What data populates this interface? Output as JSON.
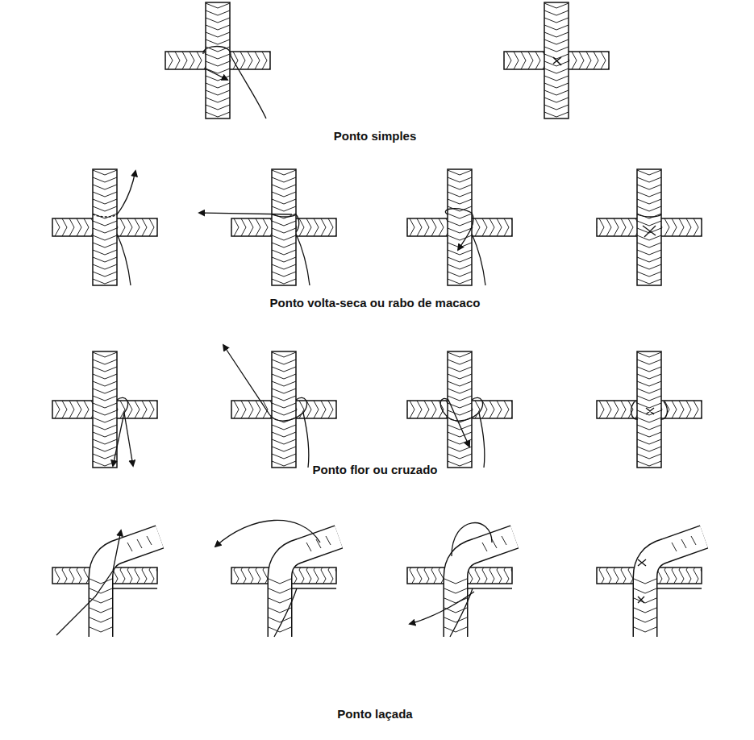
{
  "diagram": {
    "labels": [
      "Ponto simples",
      "Ponto volta-seca ou rabo de macaco",
      "Ponto flor ou cruzado",
      "Ponto laçada"
    ]
  }
}
